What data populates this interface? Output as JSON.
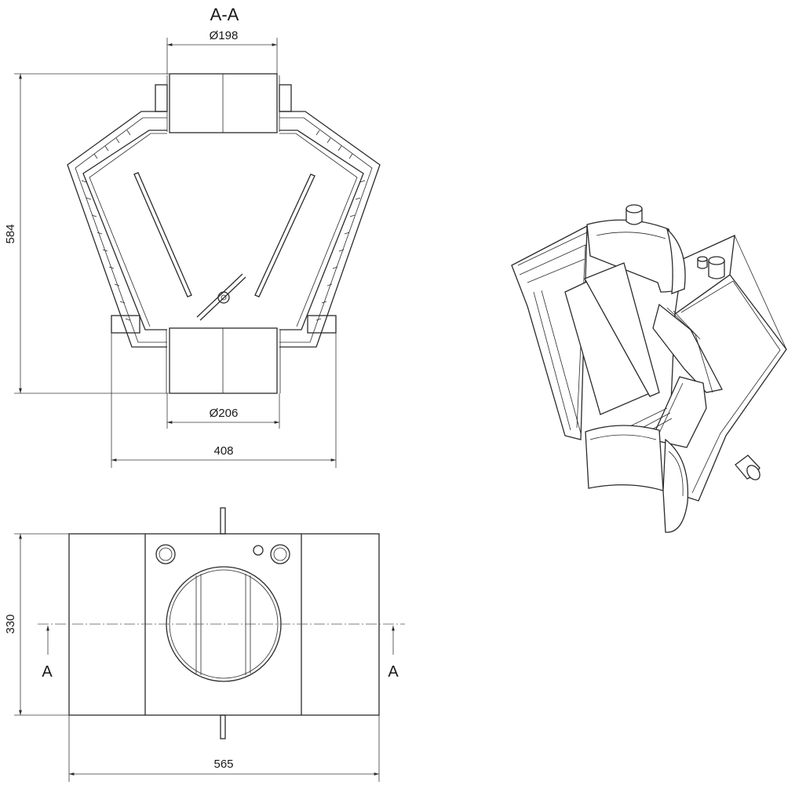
{
  "section": {
    "title": "A-A"
  },
  "section_view": {
    "top_diameter": "Ø198",
    "bottom_diameter": "Ø206",
    "height": "584",
    "base_width": "408"
  },
  "plan_view": {
    "depth": "330",
    "length": "565",
    "cut_marker_left": "A",
    "cut_marker_right": "A"
  }
}
